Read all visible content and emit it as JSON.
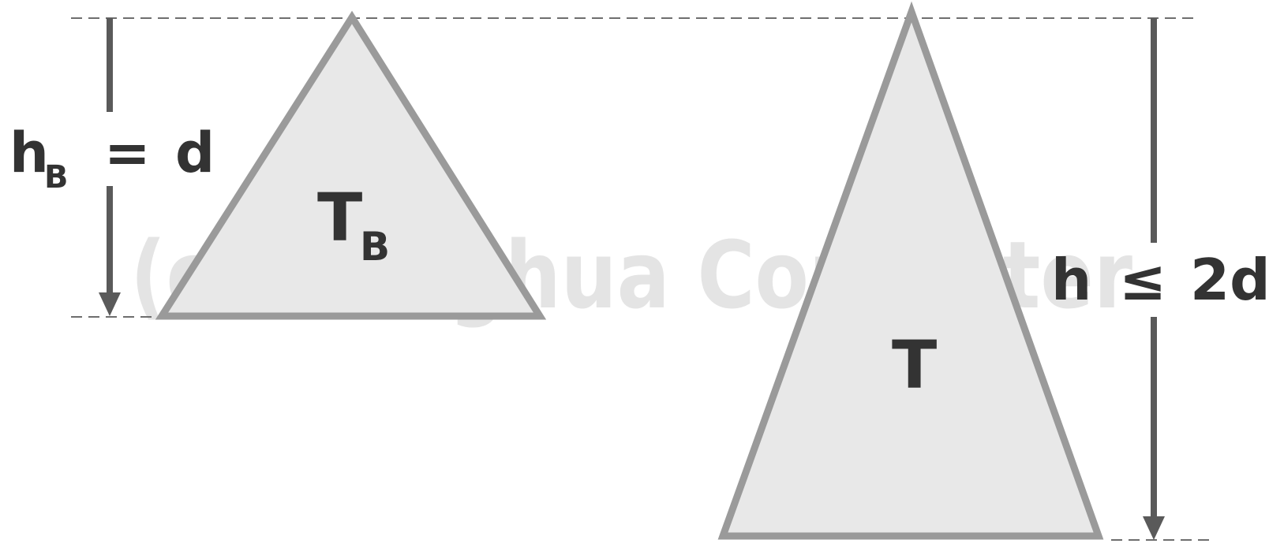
{
  "watermark": "(c) Tsinghua Computer",
  "left_triangle": {
    "label_main": "T",
    "label_sub": "B"
  },
  "right_triangle": {
    "label": "T"
  },
  "left_height": {
    "var_main": "h",
    "var_sub": "B",
    "relation": "=",
    "value": "d"
  },
  "right_height": {
    "var": "h",
    "relation": "≤",
    "value": "2d"
  }
}
